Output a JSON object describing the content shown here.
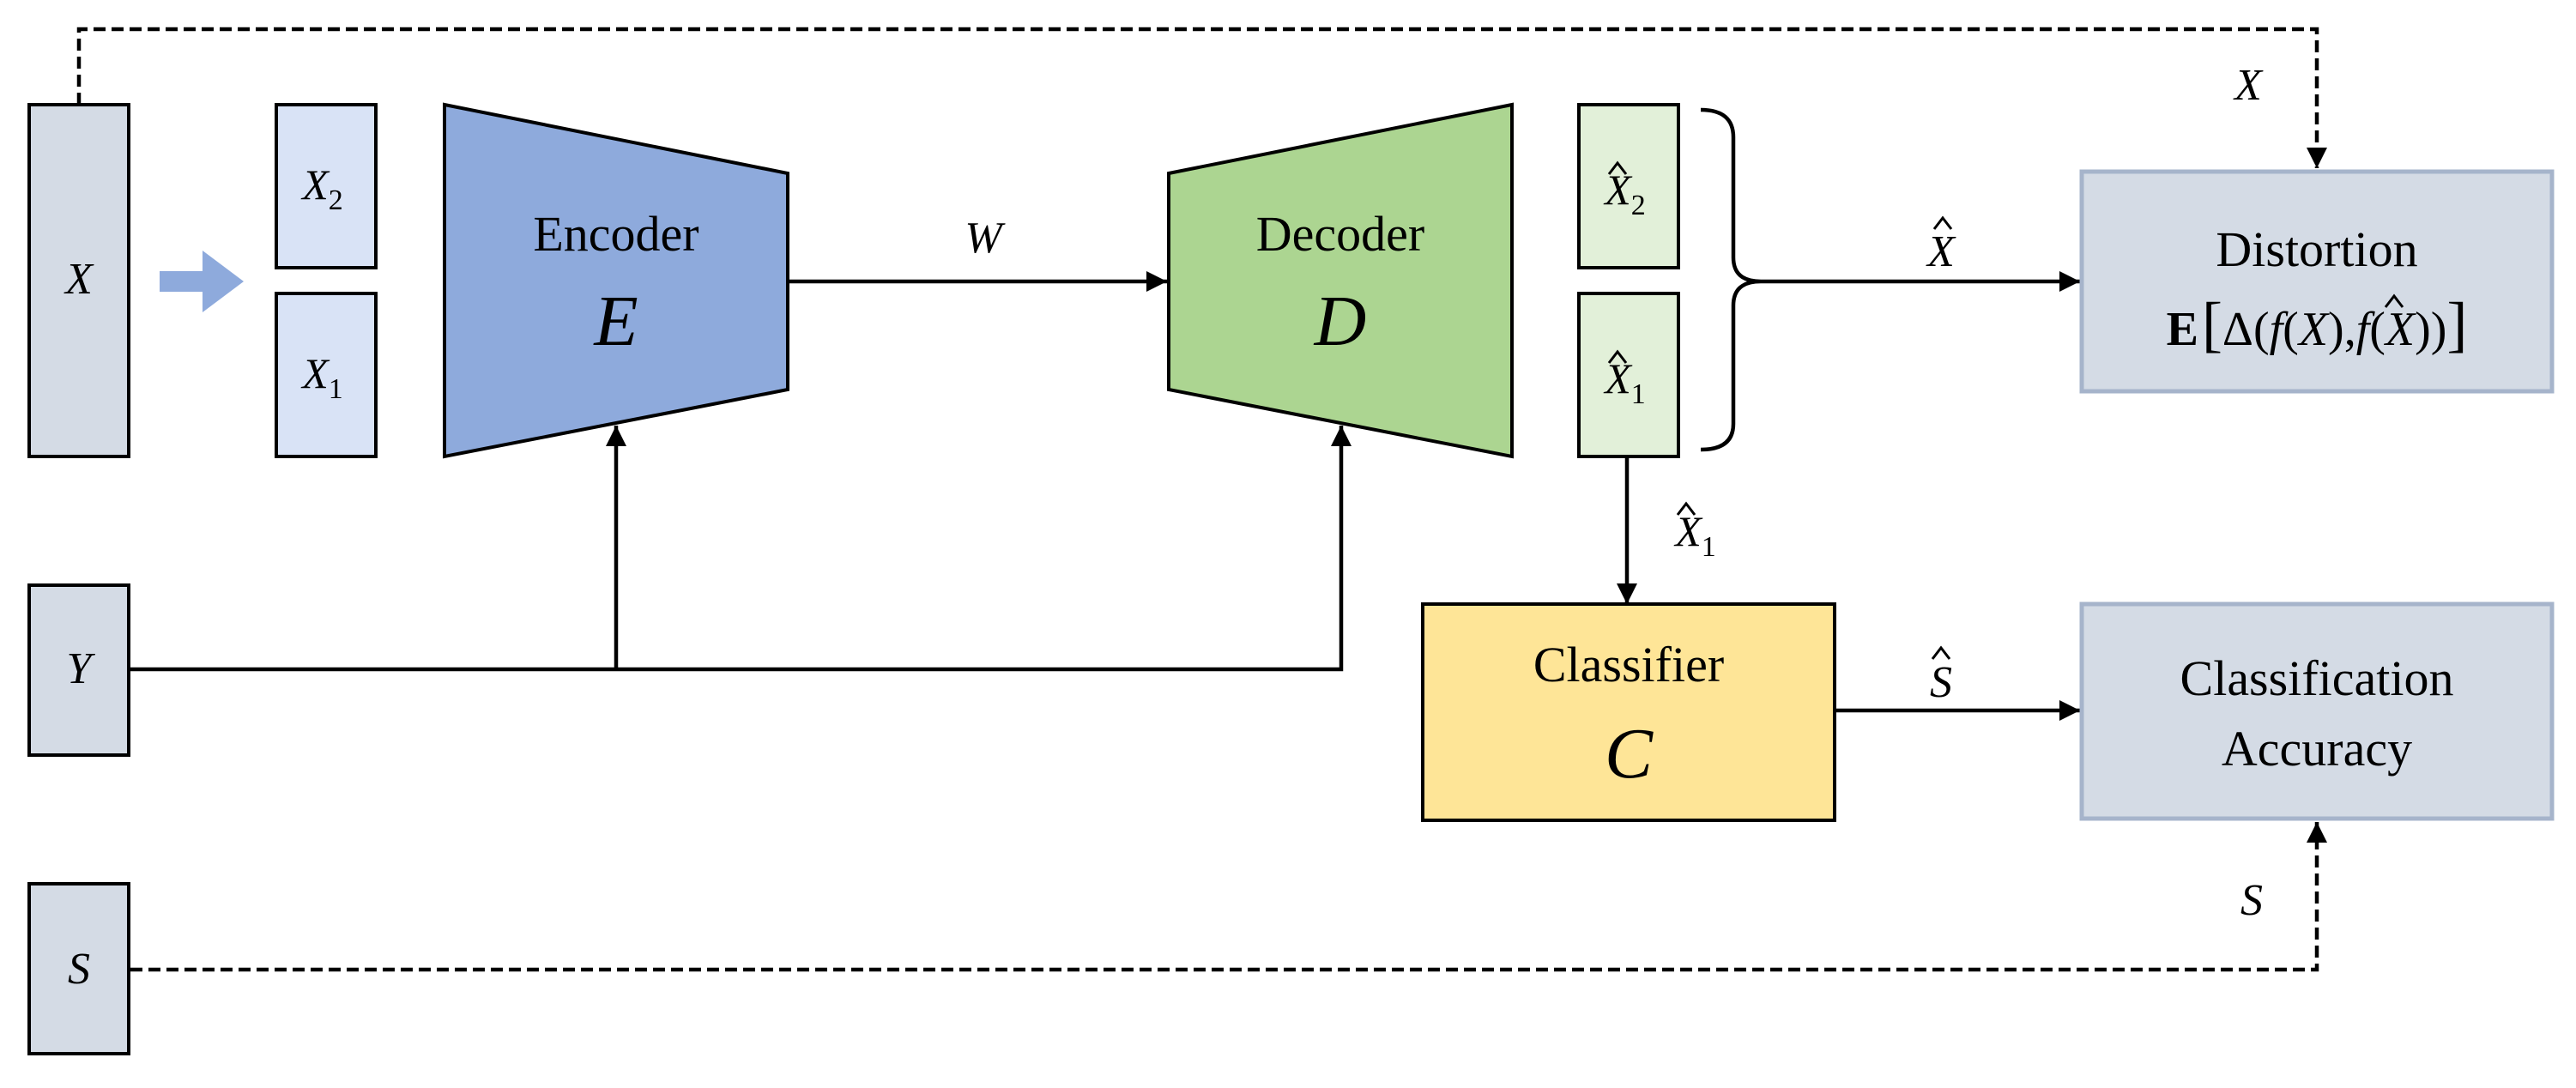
{
  "colors": {
    "input_box_fill": "#d4dbe5",
    "split_box_fill": "#d9e3f6",
    "encoder_fill": "#8eaadc",
    "decoder_fill": "#acd591",
    "recon_box_fill": "#e2f0d9",
    "classifier_fill": "#fee597",
    "metric_box_fill": "#d4dbe5",
    "metric_box_stroke": "#a6b4cb",
    "arrow_shape_fill": "#8eaadc",
    "line": "#000000"
  },
  "inputs": {
    "x": "X",
    "y": "Y",
    "s": "S"
  },
  "split": {
    "x2_base": "X",
    "x2_sub": "2",
    "x1_base": "X",
    "x1_sub": "1"
  },
  "encoder": {
    "title": "Encoder",
    "symbol": "E"
  },
  "decoder": {
    "title": "Decoder",
    "symbol": "D"
  },
  "classifier": {
    "title": "Classifier",
    "symbol": "C"
  },
  "reconstructed": {
    "x2_base": "X",
    "x2_sub": "2",
    "x1_base": "X",
    "x1_sub": "1"
  },
  "edges": {
    "w": "W",
    "xhat": "X",
    "x_top": "X",
    "x1hat_base": "X",
    "x1hat_sub": "1",
    "shat": "S",
    "s_bottom": "S"
  },
  "distortion": {
    "title": "Distortion",
    "bb_e": "E",
    "lbr": "[",
    "delta": "Δ",
    "open1": "(",
    "f1": "f",
    "open2": "(",
    "arg1": "X",
    "close2": ")",
    "comma": ",",
    "f2": "f",
    "open3": "(",
    "arg2": "X",
    "close3": ")",
    "close1": ")",
    "rbr": "]"
  },
  "accuracy": {
    "line1": "Classification",
    "line2": "Accuracy"
  }
}
